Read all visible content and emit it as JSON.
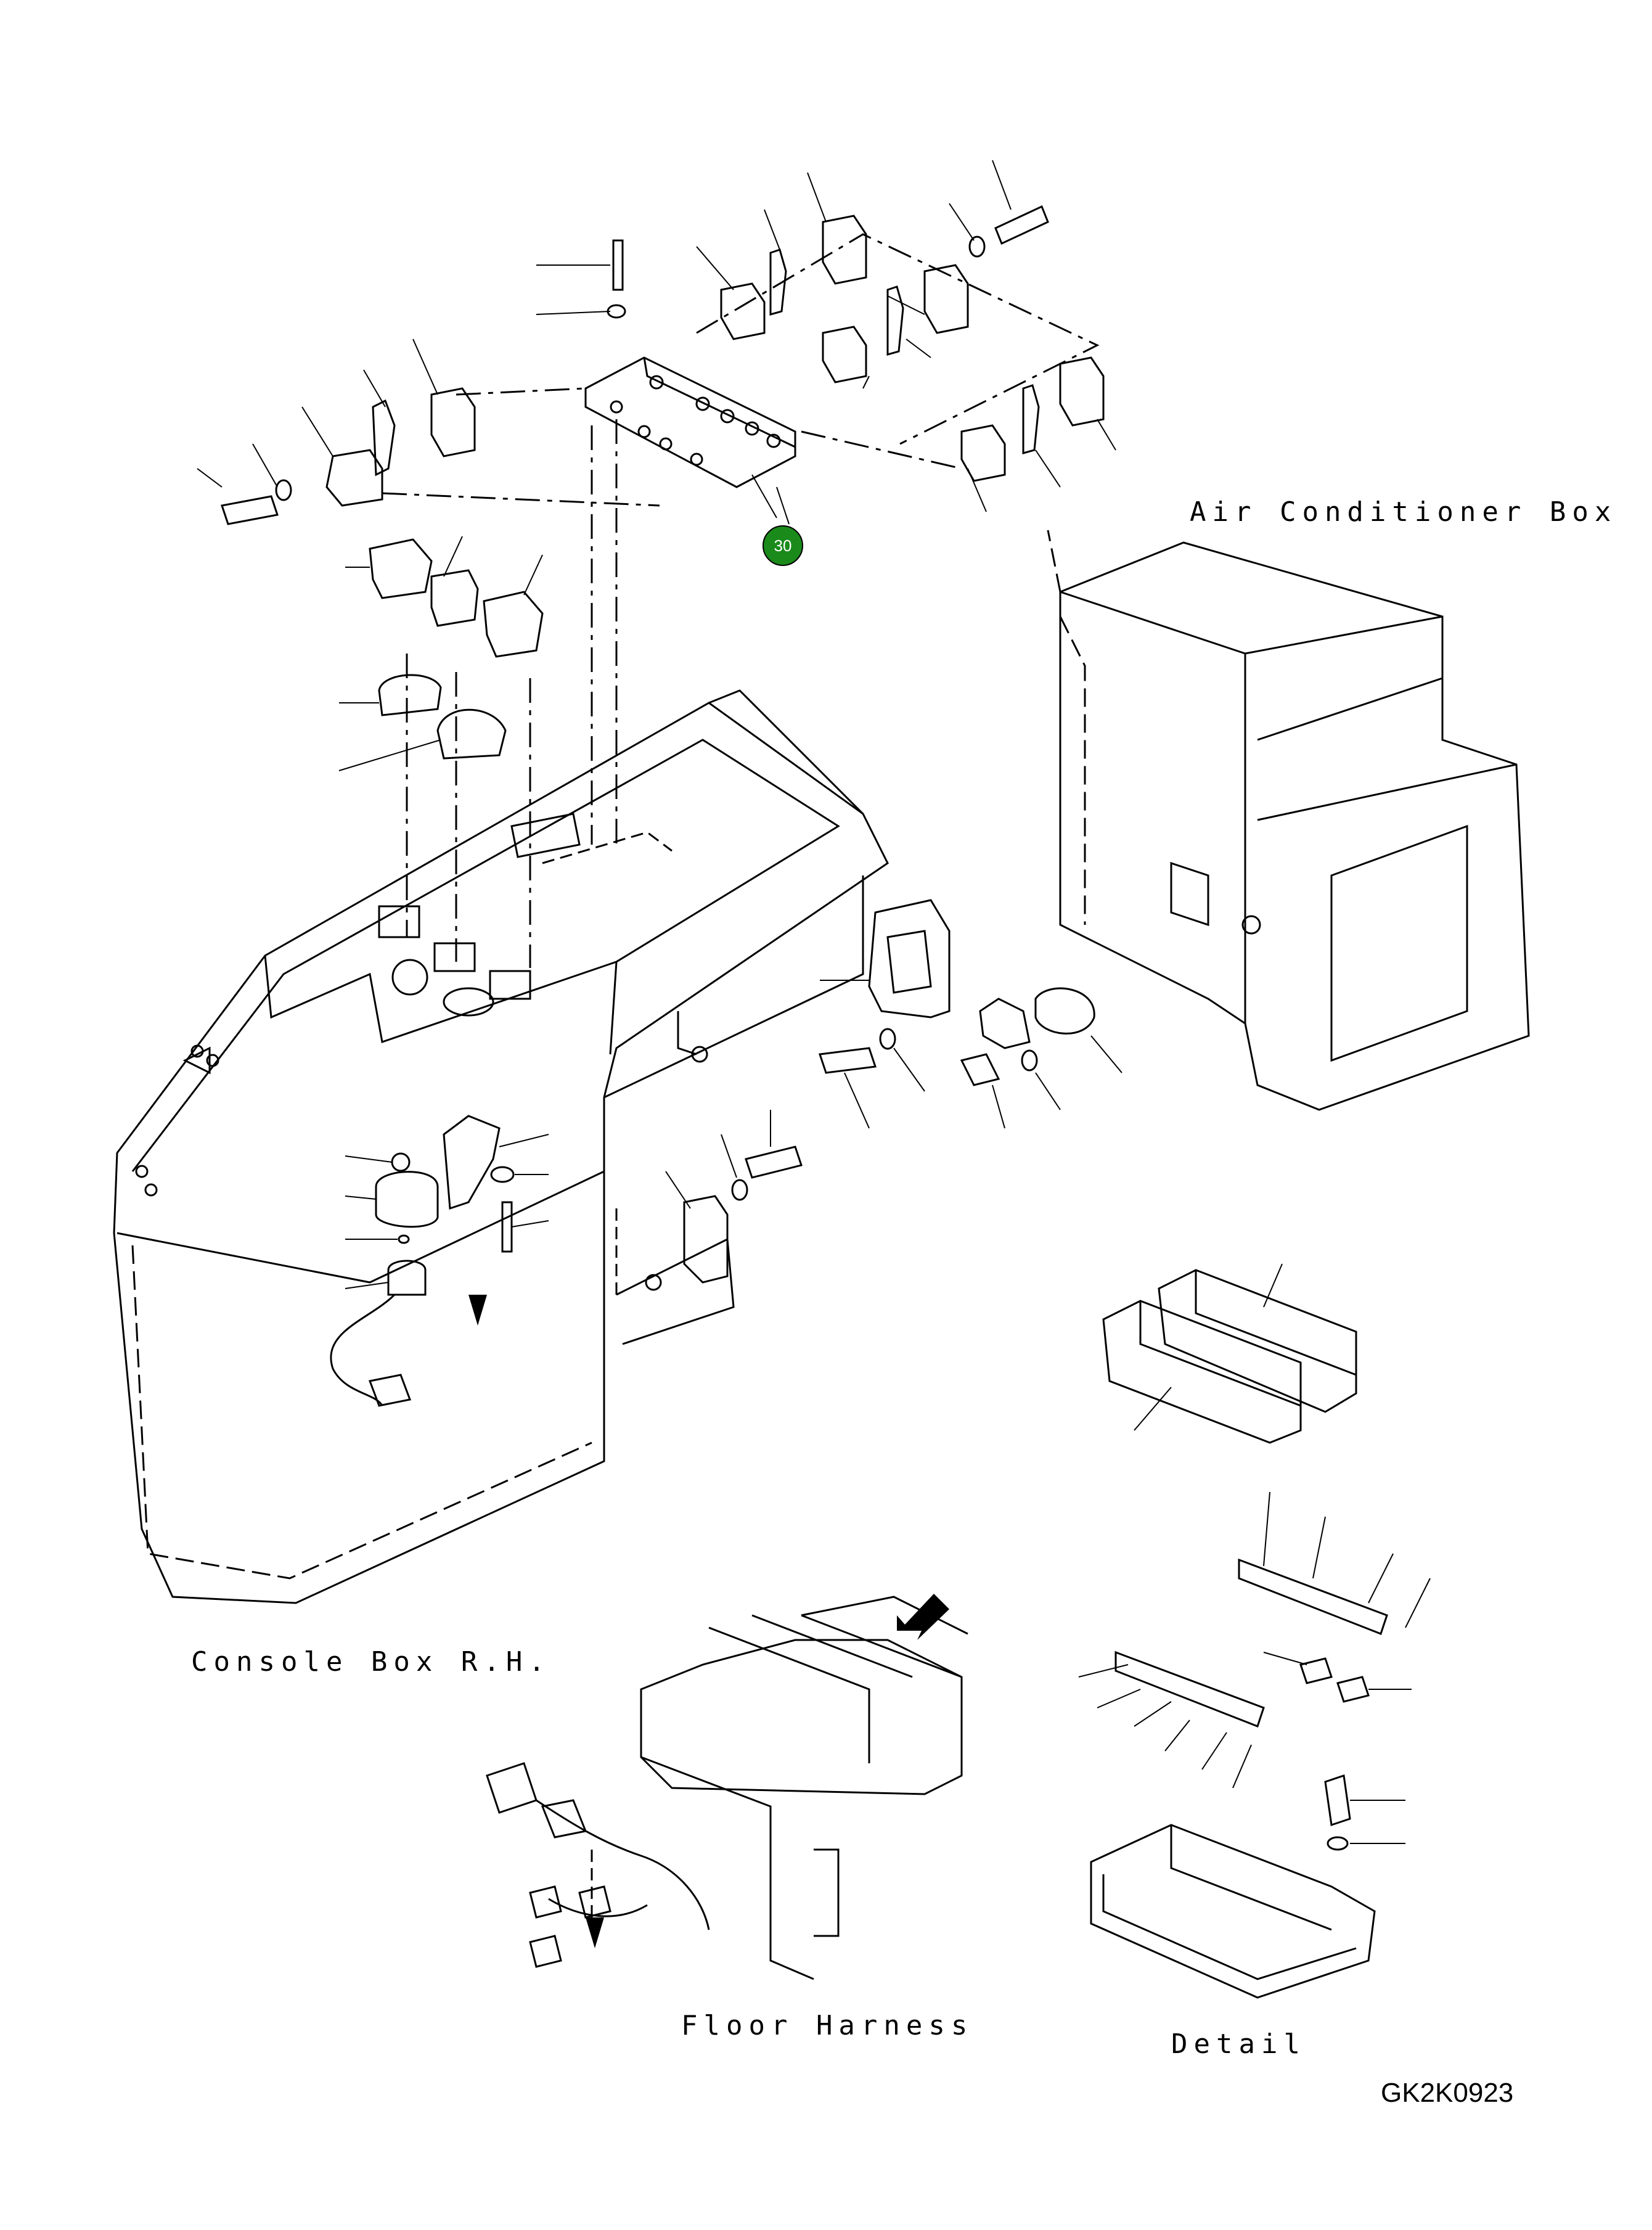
{
  "labels": {
    "air_conditioner_box": "Air Conditioner Box",
    "console_box": "Console Box R.H.",
    "floor_harness": "Floor Harness",
    "detail": "Detail"
  },
  "callout": {
    "number": "30",
    "color": "#1a8a1a"
  },
  "drawing_code": "GK2K0923"
}
